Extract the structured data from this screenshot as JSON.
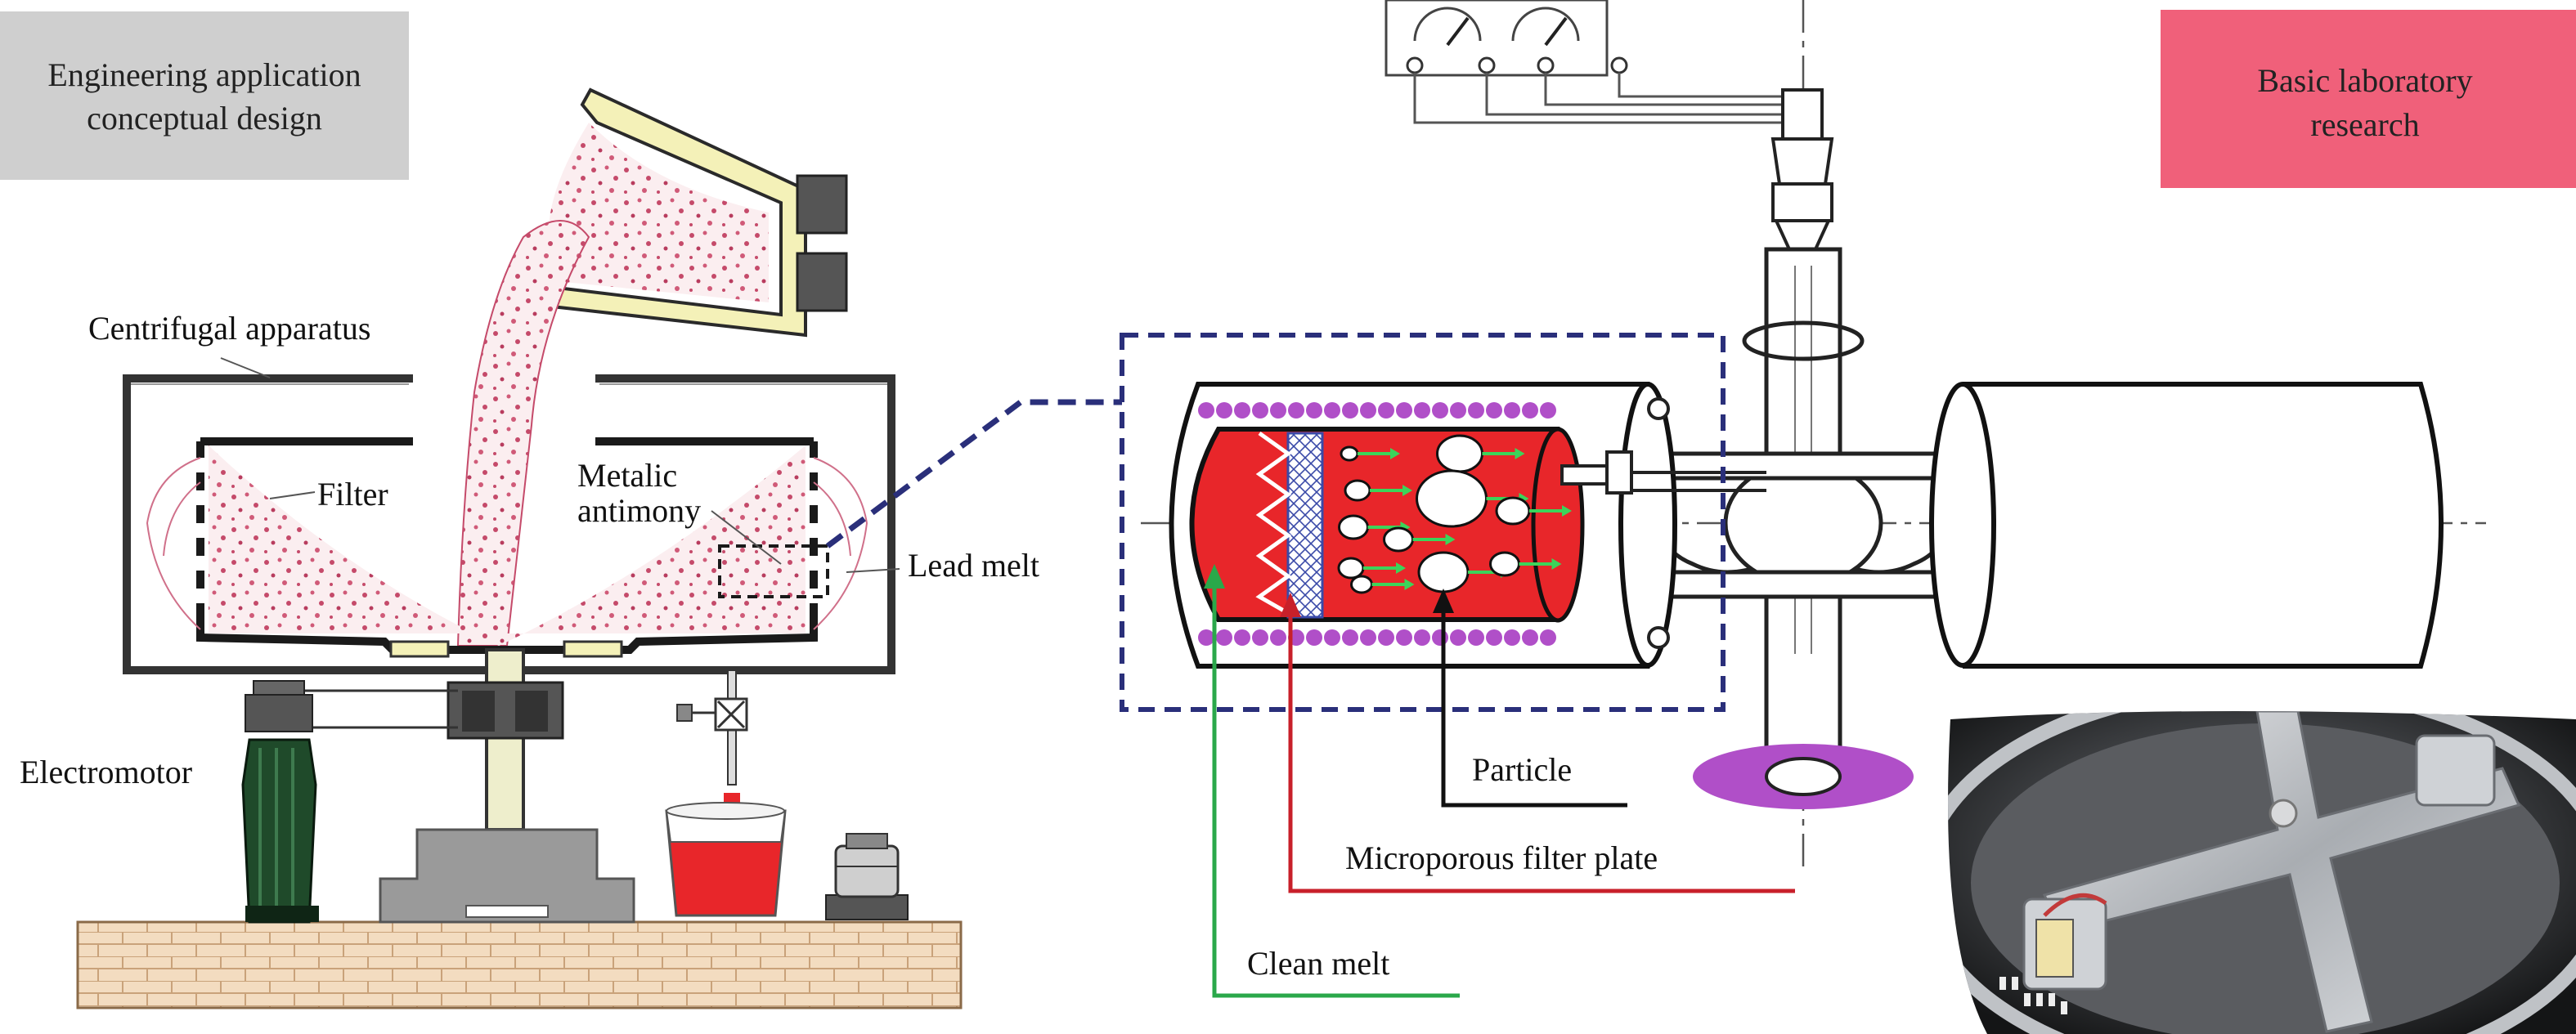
{
  "captions": {
    "engineering": [
      "Engineering application",
      "conceptual design"
    ],
    "laboratory": [
      "Basic laboratory",
      "research"
    ]
  },
  "labels": {
    "centrifugal_apparatus": "Centrifugal apparatus",
    "filter": "Filter",
    "metalic_antimony": [
      "Metalic",
      "antimony"
    ],
    "lead_melt": "Lead melt",
    "electromotor": "Electromotor",
    "particle": "Particle",
    "microporous_filter_plate": "Microporous filter plate",
    "clean_melt": "Clean melt"
  },
  "colors": {
    "engineering_box": "#cfcfcf",
    "laboratory_box": "#f0607a",
    "melt_red": "#e8262a",
    "particle_purple": "#b04fc8",
    "filter_red_line": "#c8202a",
    "clean_green_line": "#2aa84a",
    "dashed_blue": "#2a2f7a",
    "brick": "#f3dcc0",
    "motor_green": "#1f4a2a"
  }
}
